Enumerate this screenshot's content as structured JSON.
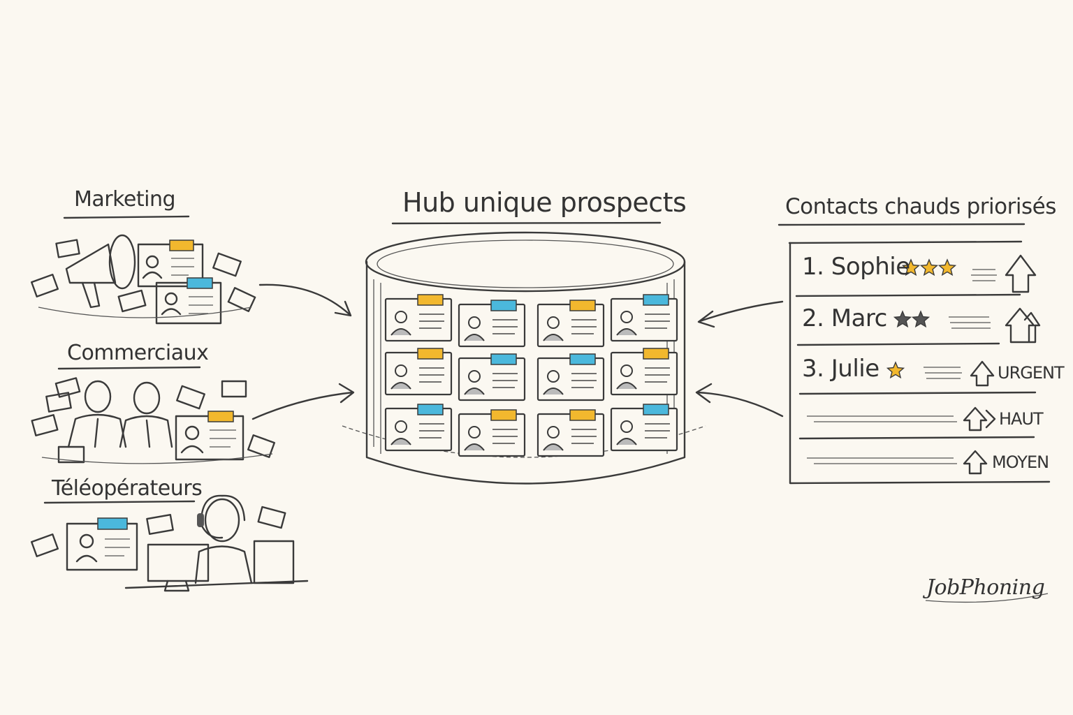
{
  "sources": [
    {
      "label": "Marketing",
      "icon": "megaphone-icon"
    },
    {
      "label": "Commerciaux",
      "icon": "salespeople-icon"
    },
    {
      "label": "Téléopérateurs",
      "icon": "telephone-operator-icon"
    }
  ],
  "hub": {
    "title": "Hub unique prospects",
    "card_tag_colors": [
      [
        "#f2b82e",
        "#4bb8dc",
        "#f2b82e",
        "#4bb8dc"
      ],
      [
        "#f2b82e",
        "#4bb8dc",
        "#4bb8dc",
        "#f2b82e"
      ],
      [
        "#4bb8dc",
        "#f2b82e",
        "#f2b82e",
        "#4bb8dc"
      ]
    ]
  },
  "priority_list": {
    "title": "Contacts chauds priorisés",
    "contacts": [
      {
        "label": "1. Sophie",
        "stars": 3,
        "star_color": "#f2b82e"
      },
      {
        "label": "2. Marc",
        "stars": 2,
        "star_color": "#555555"
      },
      {
        "label": "3. Julie",
        "stars": 1,
        "star_color": "#f2b82e"
      }
    ],
    "levels": [
      "URGENT",
      "HAUT",
      "MOYEN"
    ]
  },
  "brand": {
    "logo": "JobPhoning"
  },
  "colors": {
    "background": "#fbf8f1",
    "ink": "#3a3a3a",
    "yellow": "#f2b82e",
    "blue": "#4bb8dc"
  }
}
